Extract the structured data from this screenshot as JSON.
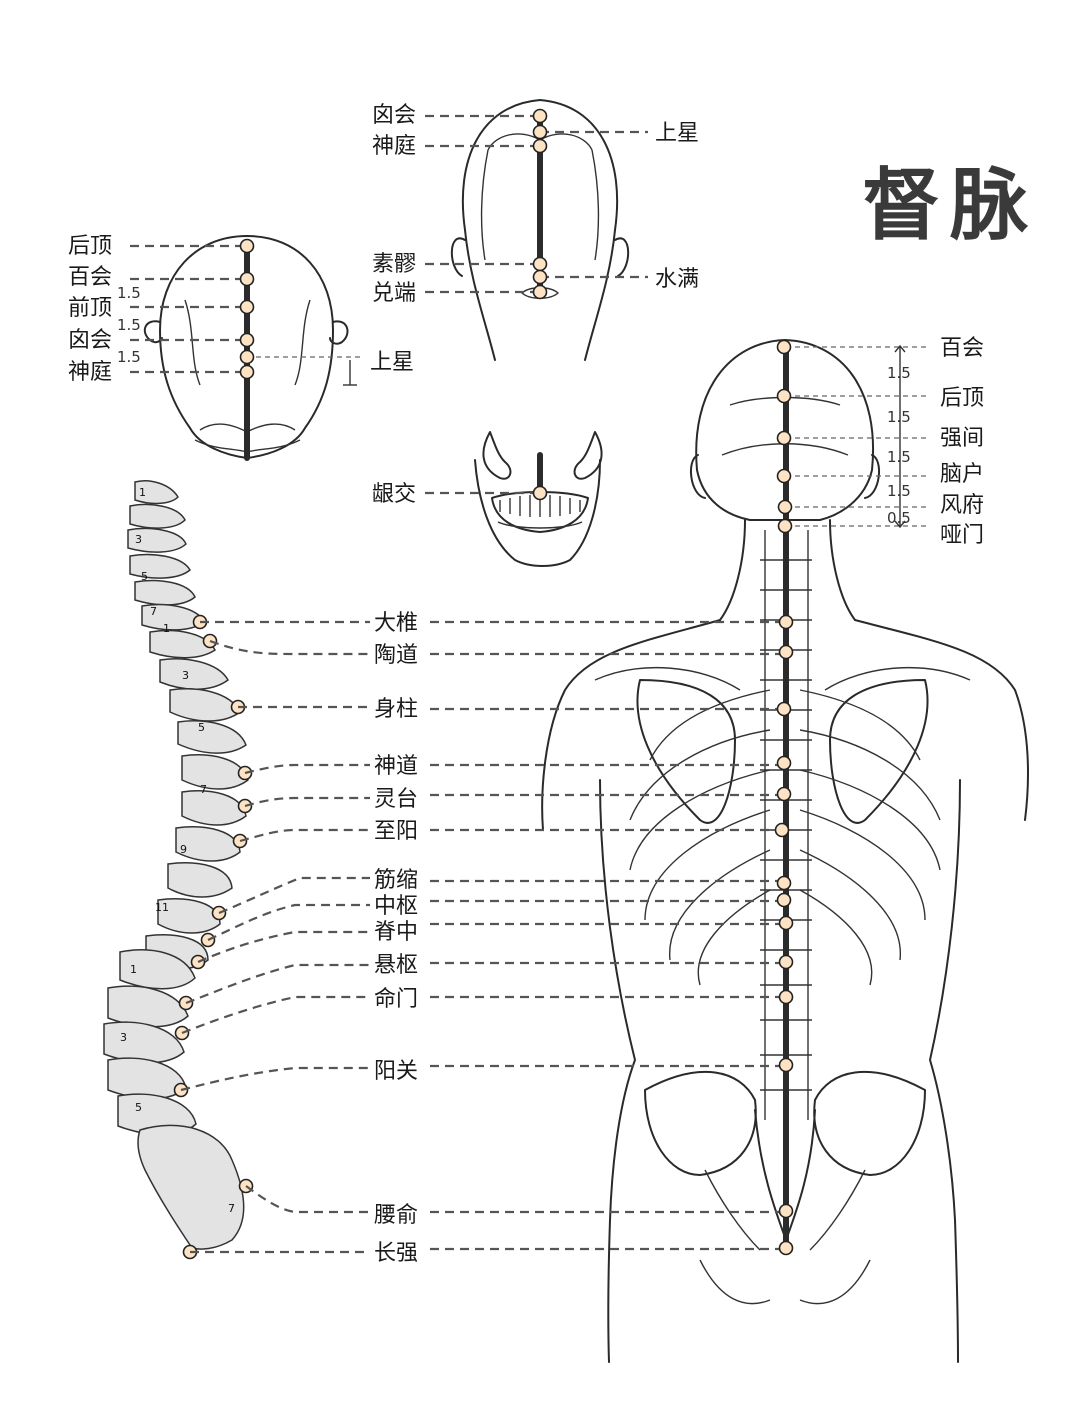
{
  "title": "督脉",
  "crown_view": {
    "points": [
      "后顶",
      "百会",
      "前顶",
      "囟会",
      "神庭",
      "上星"
    ],
    "measures": [
      "1.5",
      "1.5",
      "1.5"
    ]
  },
  "face_view": {
    "points": [
      "囟会",
      "神庭",
      "上星",
      "素髎",
      "兑端",
      "水满"
    ]
  },
  "mouth_view": {
    "points": [
      "龈交"
    ]
  },
  "back_head": {
    "points": [
      "百会",
      "后顶",
      "强间",
      "脑户",
      "风府",
      "哑门"
    ],
    "measures": [
      "1.5",
      "1.5",
      "1.5",
      "1.5",
      "0.5"
    ]
  },
  "spine_points": [
    "大椎",
    "陶道",
    "身柱",
    "神道",
    "灵台",
    "至阳",
    "筋缩",
    "中枢",
    "脊中",
    "悬枢",
    "命门",
    "阳关",
    "腰俞",
    "长强"
  ],
  "vertebra_numbers": [
    "1",
    "3",
    "5",
    "7",
    "1",
    "3",
    "5",
    "7",
    "9",
    "11",
    "1",
    "3",
    "5",
    "7"
  ],
  "colors": {
    "point_fill": "#fde3c4",
    "meridian_line": "#2b2b2b",
    "vertebra_fill": "#e3e3e3",
    "title": "#3a3a3a"
  }
}
